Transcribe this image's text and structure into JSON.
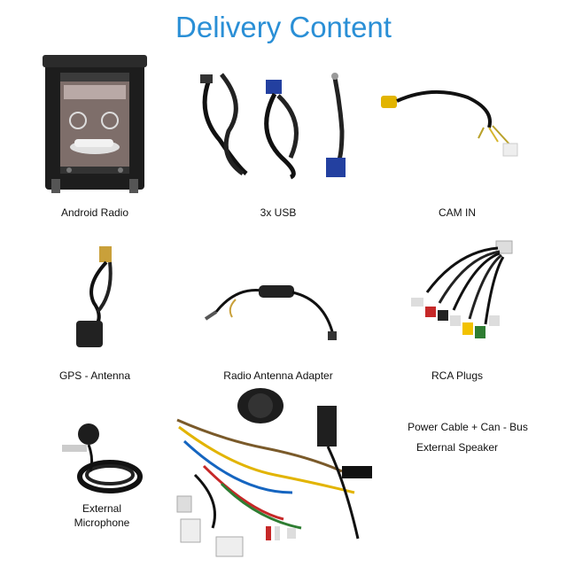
{
  "title": "Delivery Content",
  "items": [
    {
      "label": "Android Radio"
    },
    {
      "label": "3x USB"
    },
    {
      "label": "CAM IN"
    },
    {
      "label": "GPS - Antenna"
    },
    {
      "label": "Radio Antenna Adapter"
    },
    {
      "label": "RCA Plugs"
    },
    {
      "label": "External\nMicrophone"
    }
  ],
  "side_text": {
    "line1": "Power Cable + Can - Bus",
    "line2": "External Speaker"
  },
  "colors": {
    "title": "#2a8fd6",
    "caption": "#111111"
  }
}
